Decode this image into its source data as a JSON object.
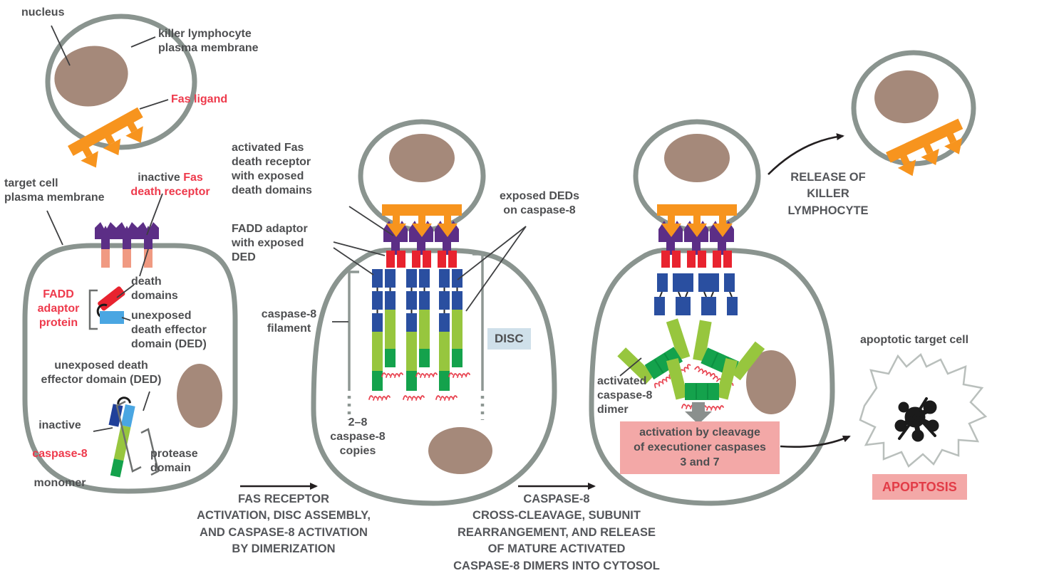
{
  "labels": {
    "nucleus": "nucleus",
    "killer_membrane": "killer lymphocyte\nplasma membrane",
    "fas_ligand": "Fas ligand",
    "inactive_fas_gray": "inactive ",
    "inactive_fas_red": "Fas",
    "inactive_fas_red2": "death receptor",
    "target_membrane": "target cell\nplasma membrane",
    "fadd_adaptor": "FADD\nadaptor\nprotein",
    "death_domains": "death\ndomains",
    "unexposed_ded": "unexposed\ndeath effector\ndomain (DED)",
    "unexposed_ded2": "unexposed death\neffector domain (DED)",
    "inactive_word": "inactive",
    "caspase8_word": "caspase-8",
    "monomer_word": "monomer",
    "protease_domain": "protease\ndomain",
    "activated_fas": "activated Fas\ndeath receptor\nwith exposed\ndeath domains",
    "fadd_exposed": "FADD adaptor\nwith exposed\nDED",
    "caspase8_filament": "caspase-8\nfilament",
    "exposed_deds": "exposed DEDs\non caspase-8",
    "disc": "DISC",
    "caspase8_copies": "2–8\ncaspase-8\ncopies",
    "activated_dimer": "activated\ncaspase-8\ndimer",
    "activation_box": "activation by cleavage\nof executioner caspases\n3 and 7",
    "release_killer": "RELEASE OF\nKILLER\nLYMPHOCYTE",
    "apoptotic_cell": "apoptotic target cell",
    "apoptosis": "APOPTOSIS"
  },
  "captions": {
    "step1": "FAS RECEPTOR\nACTIVATION, DISC ASSEMBLY,\nAND CASPASE-8 ACTIVATION\nBY DIMERIZATION",
    "step2": "CASPASE-8\nCROSS-CLEAVAGE, SUBUNIT\nREARRANGEMENT, AND RELEASE\nOF MATURE ACTIVATED\nCASPASE-8 DIMERS INTO CYTOSOL"
  },
  "colors": {
    "membrane_gray": "#8a948f",
    "nucleus_brown": "#a5897a",
    "fas_ligand_orange": "#f7941e",
    "receptor_purple": "#5c2e86",
    "receptor_stalk_salmon": "#f09a82",
    "fadd_red": "#e8232f",
    "ded_dark_blue": "#2a4fa0",
    "ded_navy": "#20409a",
    "ded_light_blue": "#4aa6e2",
    "protease_light_green": "#97c63e",
    "protease_dark_green": "#14a24c",
    "cleavage_squiggle_red": "#e84350",
    "disc_box_blue": "#cfe0ea",
    "highlight_pink": "#f3a8a7",
    "text_gray": "#4e4f51",
    "text_red": "#ee3a4c",
    "apoptosis_red": "#e23c47"
  }
}
